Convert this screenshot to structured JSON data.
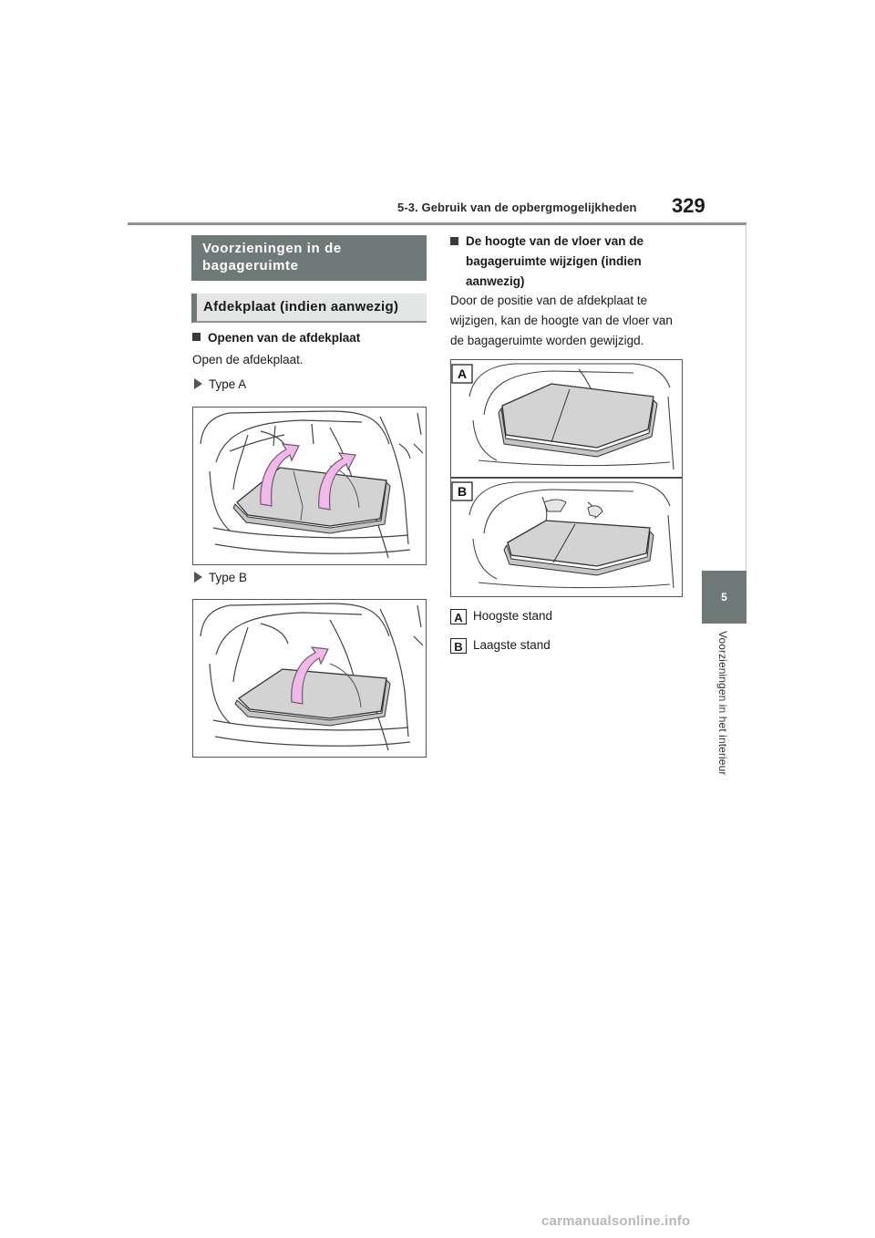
{
  "header": {
    "section": "5-3. Gebruik van de opbergmogelijkheden",
    "page_number": "329"
  },
  "side_tab": {
    "number": "5",
    "label": "Voorzieningen in het interieur"
  },
  "left": {
    "section_heading": "Voorzieningen in de bagageruimte",
    "subsection_heading": "Afdekplaat (indien aanwezig)",
    "opening": {
      "heading": "Openen van de afdekplaat",
      "text": "Open de afdekplaat.",
      "type_a": "Type A",
      "type_b": "Type B"
    }
  },
  "right": {
    "heading": "De hoogte van de vloer van de bagageruimte wijzigen (indien aanwezig)",
    "text": "Door de positie van de afdekplaat te wijzigen, kan de hoogte van de vloer van de bagageruimte worden gewijzigd.",
    "figure_labels": {
      "a": "A",
      "b": "B"
    },
    "legend": [
      {
        "key": "A",
        "text": "Hoogste stand"
      },
      {
        "key": "B",
        "text": "Laagste stand"
      }
    ]
  },
  "watermark": "carmanualsonline.info",
  "colors": {
    "heading_dark": "#6f7a78",
    "heading_light": "#e3e6e5",
    "arrow_pink": "#f2b8ec",
    "board_gray": "#d2d3d2"
  }
}
